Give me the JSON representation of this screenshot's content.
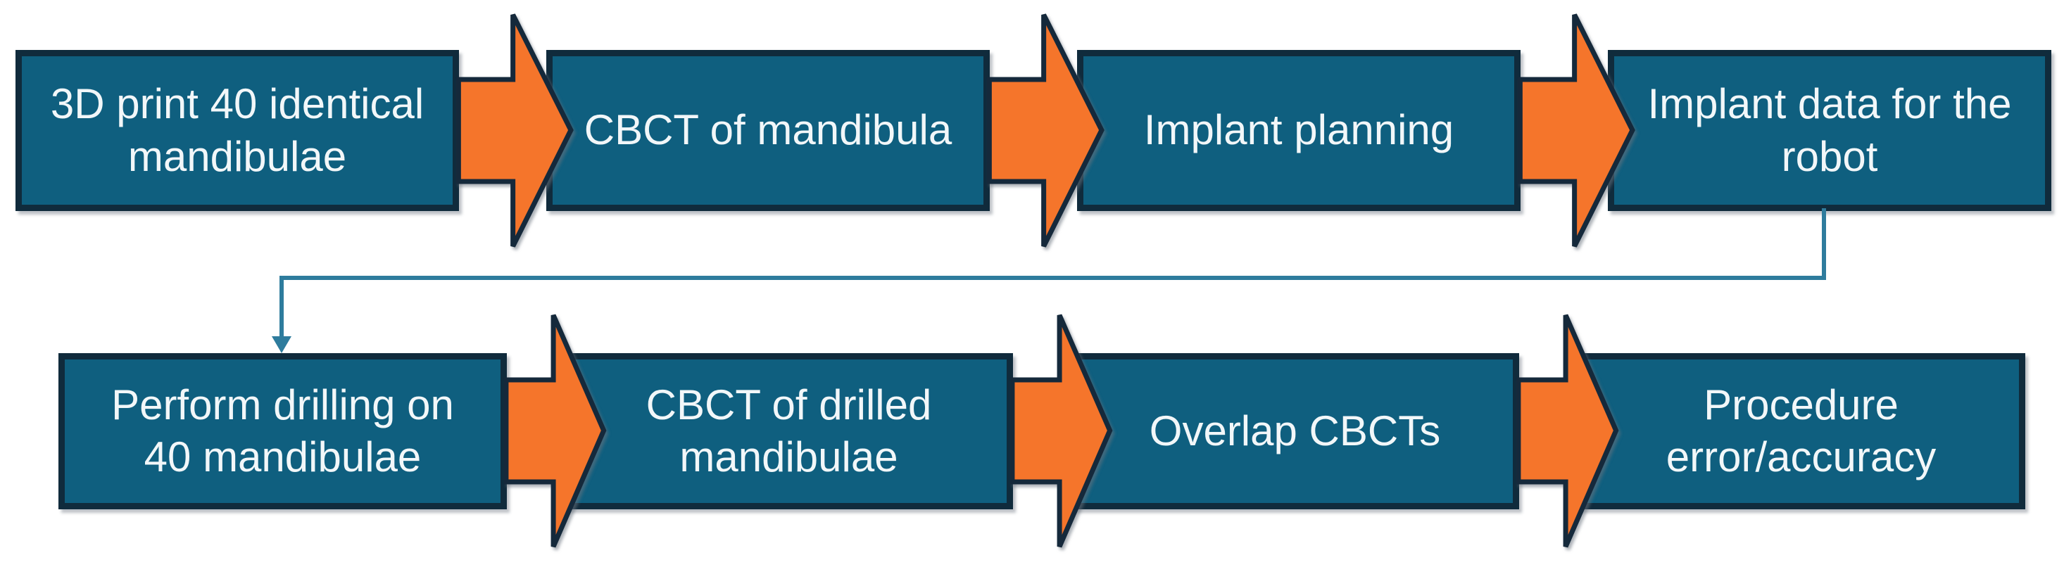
{
  "diagram": {
    "type": "flowchart",
    "rows": 2,
    "description": "Workflow of robotic implant drilling study"
  },
  "steps": [
    {
      "id": 1,
      "row": 1,
      "label": "3D print 40 identical\nmandibulae"
    },
    {
      "id": 2,
      "row": 1,
      "label": "CBCT of mandibula"
    },
    {
      "id": 3,
      "row": 1,
      "label": "Implant planning"
    },
    {
      "id": 4,
      "row": 1,
      "label": "Implant data for the\nrobot"
    },
    {
      "id": 5,
      "row": 2,
      "label": "Perform drilling on\n40 mandibulae"
    },
    {
      "id": 6,
      "row": 2,
      "label": "CBCT of drilled\nmandibulae"
    },
    {
      "id": 7,
      "row": 2,
      "label": "Overlap CBCTs"
    },
    {
      "id": 8,
      "row": 2,
      "label": "Procedure\nerror/accuracy"
    }
  ],
  "connector": {
    "from_step": "Implant data for the robot",
    "to_step": "Perform drilling on 40 mandibulae",
    "shape": "elbow-arrow"
  },
  "colors": {
    "box_fill": "#0F5F7F",
    "box_border": "#102B3C",
    "arrow_fill": "#F5752B",
    "arrow_border": "#15293B",
    "connector": "#2E7C9D",
    "text": "#F2F7F9",
    "background": "#FFFFFF"
  }
}
